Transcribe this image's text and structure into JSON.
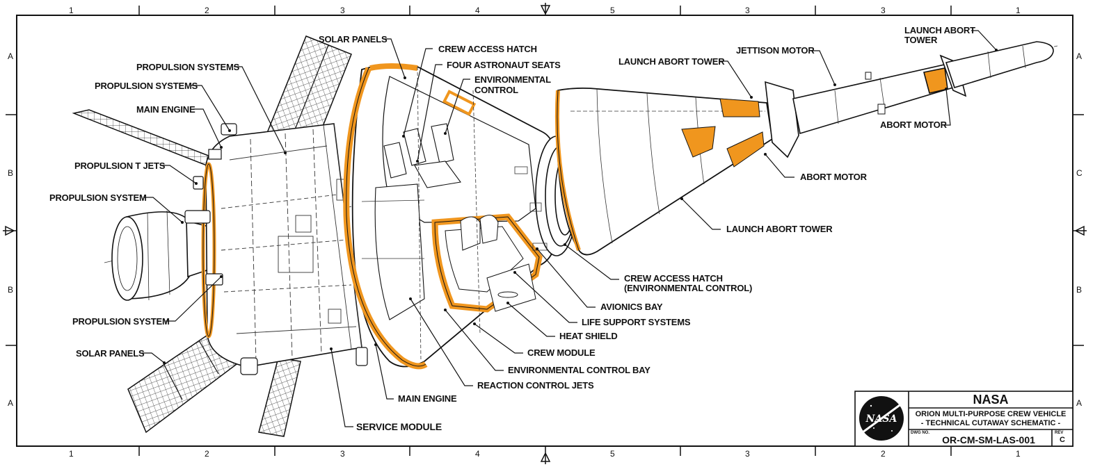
{
  "border": {
    "top_zones": [
      "1",
      "2",
      "3",
      "4",
      "5",
      "3",
      "3",
      "1"
    ],
    "bottom_zones": [
      "1",
      "2",
      "3",
      "4",
      "5",
      "3",
      "2",
      "1"
    ],
    "left_zones": [
      "A",
      "B",
      "B",
      "A"
    ],
    "right_zones": [
      "A",
      "C",
      "B",
      "A"
    ]
  },
  "callouts": {
    "solar_panels_top": "SOLAR PANELS",
    "propulsion_systems_1": "PROPULSION SYSTEMS",
    "propulsion_systems_2": "PROPULSION SYSTEMS",
    "main_engine_top": "MAIN ENGINE",
    "propulsion_jets": "PROPULSION T JETS",
    "propulsion_system_left": "PROPULSION SYSTEM",
    "propulsion_system_bottom": "PROPULSION SYSTEM",
    "solar_panels_bottom": "SOLAR PANELS",
    "crew_access_hatch": "CREW ACCESS HATCH",
    "four_astronaut_seats": "FOUR ASTRONAUT SEATS",
    "environmental_control_1": "ENVIRONMENTAL",
    "environmental_control_2": "CONTROL",
    "launch_abort_tower_top": "LAUNCH ABORT TOWER",
    "jettison_motor": "JETTISON MOTOR",
    "launch_abort_tower_tip_1": "LAUNCH ABORT",
    "launch_abort_tower_tip_2": "TOWER",
    "abort_motor_top": "ABORT MOTOR",
    "abort_motor_mid": "ABORT MOTOR",
    "launch_abort_tower_mid": "LAUNCH ABORT TOWER",
    "crew_access_hatch_env_1": "CREW ACCESS HATCH",
    "crew_access_hatch_env_2": "(ENVIRONMENTAL CONTROL)",
    "avionics_bay": "AVIONICS BAY",
    "life_support_systems": "LIFE SUPPORT SYSTEMS",
    "heat_shield": "HEAT SHIELD",
    "crew_module": "CREW MODULE",
    "environmental_control_bay": "ENVIRONMENTAL CONTROL BAY",
    "reaction_control_jets": "REACTION CONTROL JETS",
    "main_engine_bottom": "MAIN ENGINE",
    "service_module": "SERVICE MODULE"
  },
  "title_block": {
    "logo_text": "NASA",
    "agency": "NASA",
    "title_line_1": "ORION MULTI-PURPOSE CREW VEHICLE",
    "title_line_2": "- TECHNICAL CUTAWAY SCHEMATIC -",
    "dwg_label": "DWG NO.",
    "dwg_number": "OR-CM-SM-LAS-001",
    "rev_label": "REV",
    "rev_value": "C"
  },
  "colors": {
    "accent_orange": "#f0961e",
    "line": "#111111",
    "paper": "#ffffff"
  }
}
